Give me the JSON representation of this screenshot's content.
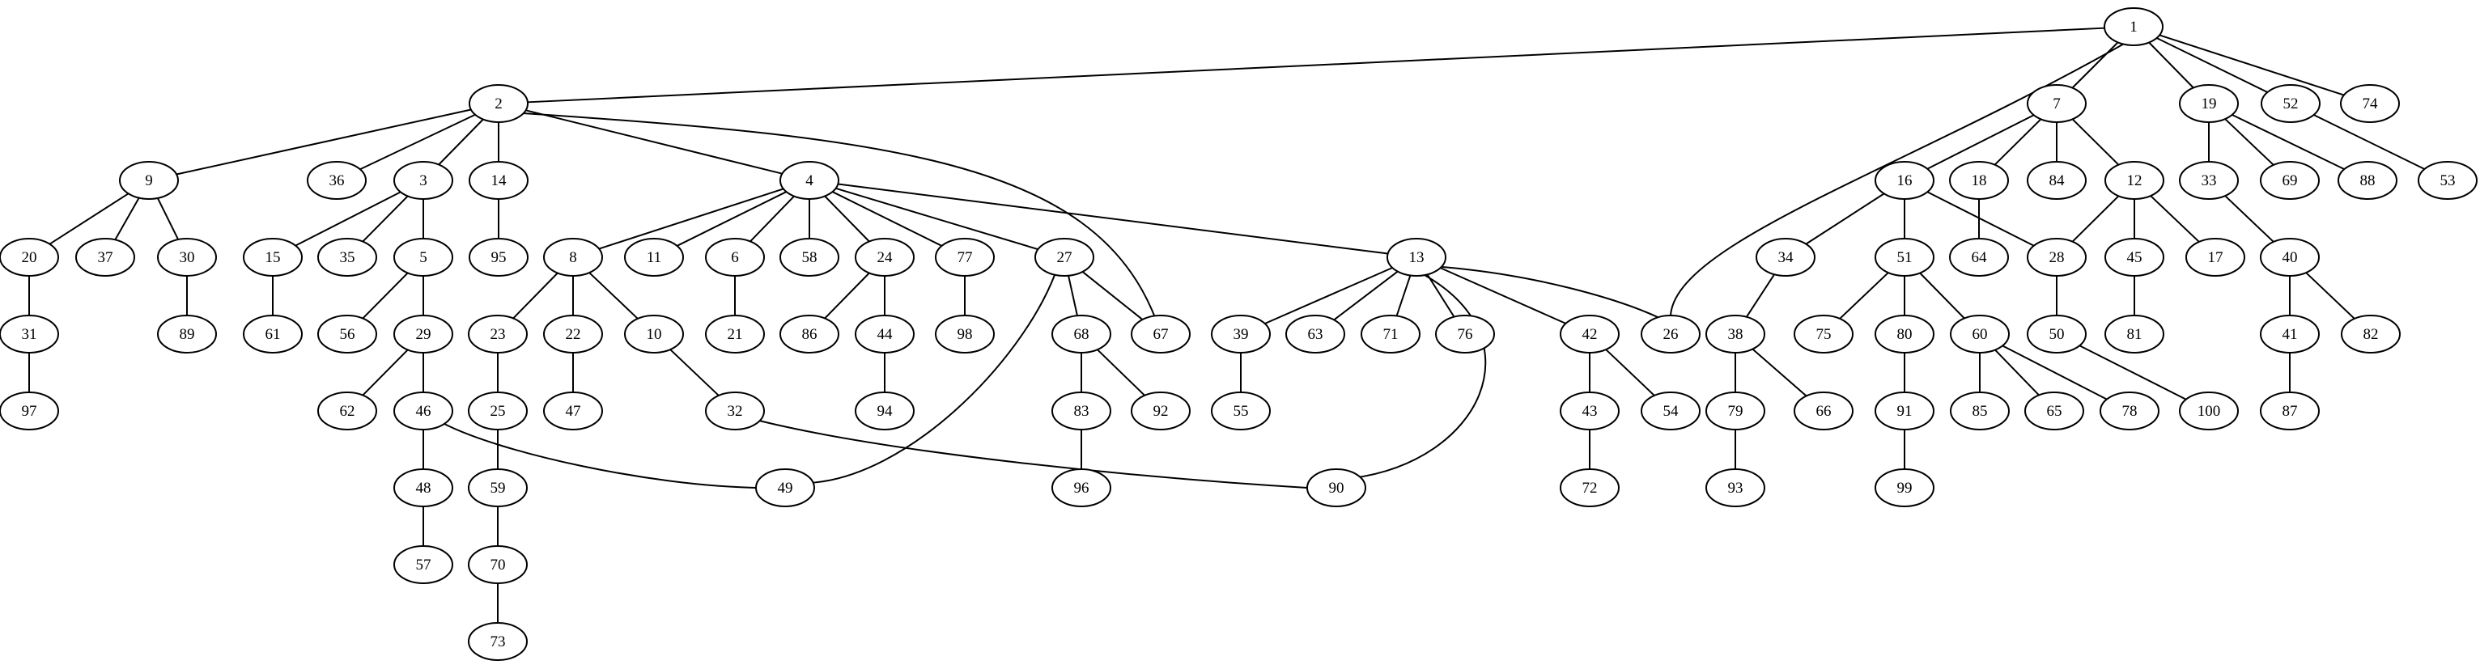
{
  "graph": {
    "nodes": [
      "1",
      "2",
      "7",
      "19",
      "52",
      "74",
      "26",
      "9",
      "36",
      "3",
      "14",
      "4",
      "67",
      "16",
      "18",
      "84",
      "12",
      "33",
      "69",
      "88",
      "53",
      "20",
      "37",
      "30",
      "15",
      "35",
      "5",
      "95",
      "8",
      "11",
      "6",
      "58",
      "24",
      "77",
      "27",
      "13",
      "34",
      "51",
      "28",
      "64",
      "45",
      "17",
      "40",
      "31",
      "89",
      "61",
      "56",
      "29",
      "23",
      "22",
      "10",
      "21",
      "86",
      "44",
      "98",
      "68",
      "39",
      "63",
      "71",
      "76",
      "42",
      "38",
      "75",
      "80",
      "60",
      "50",
      "81",
      "41",
      "82",
      "97",
      "62",
      "46",
      "25",
      "47",
      "32",
      "94",
      "83",
      "92",
      "55",
      "90",
      "43",
      "54",
      "79",
      "66",
      "91",
      "85",
      "65",
      "78",
      "100",
      "87",
      "48",
      "59",
      "49",
      "96",
      "72",
      "93",
      "99",
      "57",
      "70",
      "73"
    ],
    "edges": [
      [
        "1",
        "2"
      ],
      [
        "1",
        "7"
      ],
      [
        "1",
        "19"
      ],
      [
        "1",
        "52"
      ],
      [
        "1",
        "74"
      ],
      [
        "1",
        "26"
      ],
      [
        "2",
        "9"
      ],
      [
        "2",
        "36"
      ],
      [
        "2",
        "3"
      ],
      [
        "2",
        "14"
      ],
      [
        "2",
        "4"
      ],
      [
        "2",
        "67"
      ],
      [
        "7",
        "16"
      ],
      [
        "7",
        "18"
      ],
      [
        "7",
        "84"
      ],
      [
        "7",
        "12"
      ],
      [
        "19",
        "33"
      ],
      [
        "19",
        "69"
      ],
      [
        "19",
        "88"
      ],
      [
        "52",
        "53"
      ],
      [
        "9",
        "20"
      ],
      [
        "9",
        "37"
      ],
      [
        "9",
        "30"
      ],
      [
        "3",
        "15"
      ],
      [
        "3",
        "35"
      ],
      [
        "3",
        "5"
      ],
      [
        "14",
        "95"
      ],
      [
        "4",
        "8"
      ],
      [
        "4",
        "11"
      ],
      [
        "4",
        "6"
      ],
      [
        "4",
        "58"
      ],
      [
        "4",
        "24"
      ],
      [
        "4",
        "77"
      ],
      [
        "4",
        "27"
      ],
      [
        "4",
        "13"
      ],
      [
        "16",
        "34"
      ],
      [
        "16",
        "51"
      ],
      [
        "16",
        "28"
      ],
      [
        "18",
        "64"
      ],
      [
        "12",
        "28"
      ],
      [
        "12",
        "45"
      ],
      [
        "12",
        "17"
      ],
      [
        "33",
        "40"
      ],
      [
        "20",
        "31"
      ],
      [
        "30",
        "89"
      ],
      [
        "15",
        "61"
      ],
      [
        "5",
        "56"
      ],
      [
        "5",
        "29"
      ],
      [
        "8",
        "23"
      ],
      [
        "8",
        "22"
      ],
      [
        "8",
        "10"
      ],
      [
        "6",
        "21"
      ],
      [
        "24",
        "86"
      ],
      [
        "24",
        "44"
      ],
      [
        "77",
        "98"
      ],
      [
        "27",
        "68"
      ],
      [
        "27",
        "67"
      ],
      [
        "27",
        "49"
      ],
      [
        "13",
        "39"
      ],
      [
        "13",
        "63"
      ],
      [
        "13",
        "71"
      ],
      [
        "13",
        "76"
      ],
      [
        "13",
        "42"
      ],
      [
        "13",
        "26"
      ],
      [
        "13",
        "90"
      ],
      [
        "34",
        "38"
      ],
      [
        "51",
        "75"
      ],
      [
        "51",
        "80"
      ],
      [
        "51",
        "60"
      ],
      [
        "28",
        "50"
      ],
      [
        "45",
        "81"
      ],
      [
        "40",
        "41"
      ],
      [
        "40",
        "82"
      ],
      [
        "31",
        "97"
      ],
      [
        "29",
        "62"
      ],
      [
        "29",
        "46"
      ],
      [
        "23",
        "25"
      ],
      [
        "22",
        "47"
      ],
      [
        "10",
        "32"
      ],
      [
        "44",
        "94"
      ],
      [
        "68",
        "83"
      ],
      [
        "68",
        "92"
      ],
      [
        "39",
        "55"
      ],
      [
        "42",
        "43"
      ],
      [
        "42",
        "54"
      ],
      [
        "38",
        "79"
      ],
      [
        "38",
        "66"
      ],
      [
        "80",
        "91"
      ],
      [
        "60",
        "85"
      ],
      [
        "60",
        "65"
      ],
      [
        "60",
        "78"
      ],
      [
        "50",
        "100"
      ],
      [
        "41",
        "87"
      ],
      [
        "46",
        "48"
      ],
      [
        "46",
        "49"
      ],
      [
        "25",
        "59"
      ],
      [
        "32",
        "90"
      ],
      [
        "83",
        "96"
      ],
      [
        "43",
        "72"
      ],
      [
        "79",
        "93"
      ],
      [
        "91",
        "99"
      ],
      [
        "48",
        "57"
      ],
      [
        "59",
        "70"
      ],
      [
        "70",
        "73"
      ]
    ]
  }
}
